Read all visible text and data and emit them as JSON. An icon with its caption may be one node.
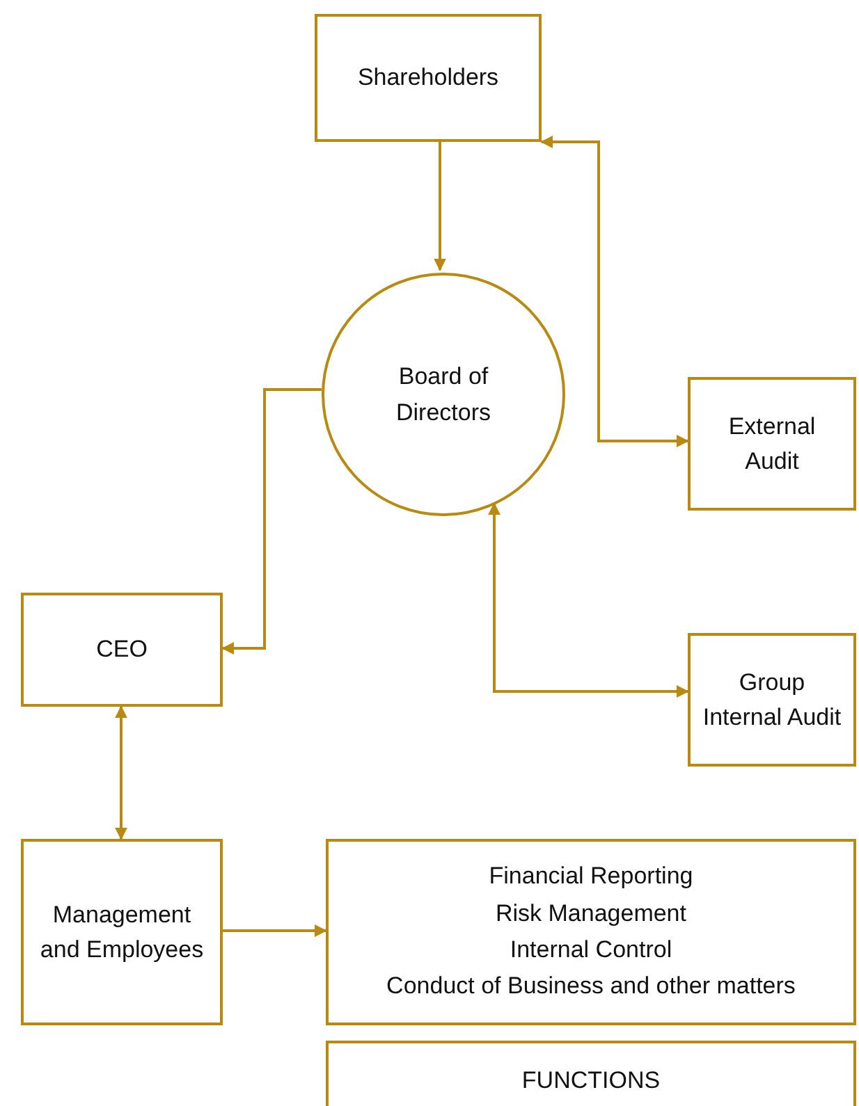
{
  "diagram": {
    "nodes": [
      {
        "text": [
          "Shareholders"
        ]
      },
      {
        "text": [
          "Board of Directors"
        ]
      },
      {
        "text": [
          "External Audit"
        ]
      },
      {
        "text": [
          "CEO"
        ]
      },
      {
        "text": [
          "Group Internal Audit"
        ]
      },
      {
        "text": [
          "Management and Employees"
        ]
      },
      {
        "text": [
          "Financial Reporting",
          "Risk Management",
          "Internal Control",
          "Conduct of Business and other matters"
        ]
      },
      {
        "text": [
          "FUNCTIONS"
        ]
      }
    ],
    "edges": [
      {
        "from": 0,
        "to": 1,
        "arrow": "to"
      },
      {
        "from": 0,
        "to": 2,
        "arrow": "both"
      },
      {
        "from": 1,
        "to": 3,
        "arrow": "to"
      },
      {
        "from": 1,
        "to": 4,
        "arrow": "both"
      },
      {
        "from": 3,
        "to": 5,
        "arrow": "both"
      },
      {
        "from": 5,
        "to": 6,
        "arrow": "to"
      }
    ]
  }
}
